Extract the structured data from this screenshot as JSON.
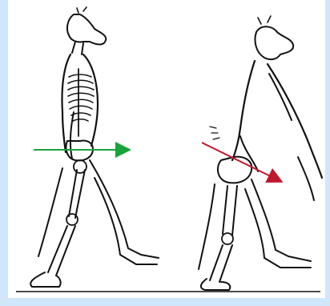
{
  "background_color": "#cfe6fb",
  "panel_color": "#ffffff",
  "figures": [
    {
      "name": "skeleton-walker",
      "arrow_color": "#1aa33a",
      "arrow_direction": "forward-horizontal"
    },
    {
      "name": "pelvic-tilt-walker",
      "arrow_color": "#c0182e",
      "arrow_direction": "forward-downward"
    }
  ]
}
